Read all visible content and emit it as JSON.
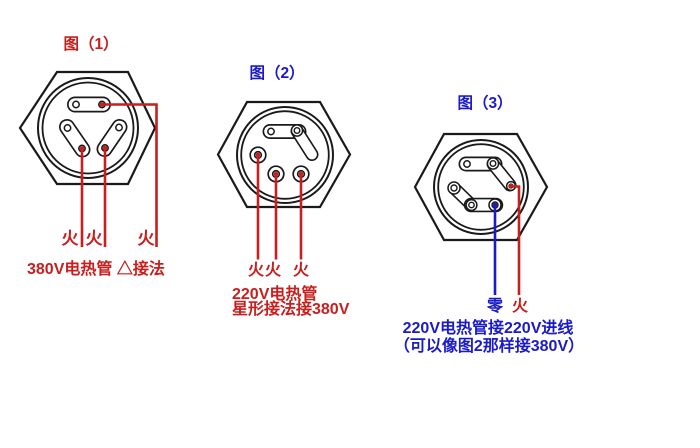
{
  "background": "#ffffff",
  "colors": {
    "live_red": "#c81e1e",
    "neutral_blue": "#1a1ac8",
    "outline_black": "#1a1a1a"
  },
  "figures": [
    {
      "title": "图（1）",
      "wire_labels": [
        "火",
        "火",
        "火"
      ],
      "captions": [
        "380V电热管  △接法"
      ]
    },
    {
      "title": "图（2）",
      "wire_labels": [
        "火",
        "火",
        "火"
      ],
      "captions": [
        "220V电热管",
        "星形接法接380V"
      ]
    },
    {
      "title": "图（3）",
      "wire_labels": [
        "零",
        "火"
      ],
      "captions": [
        "220V电热管接220V进线",
        "（可以像图2那样接380V）"
      ]
    }
  ]
}
